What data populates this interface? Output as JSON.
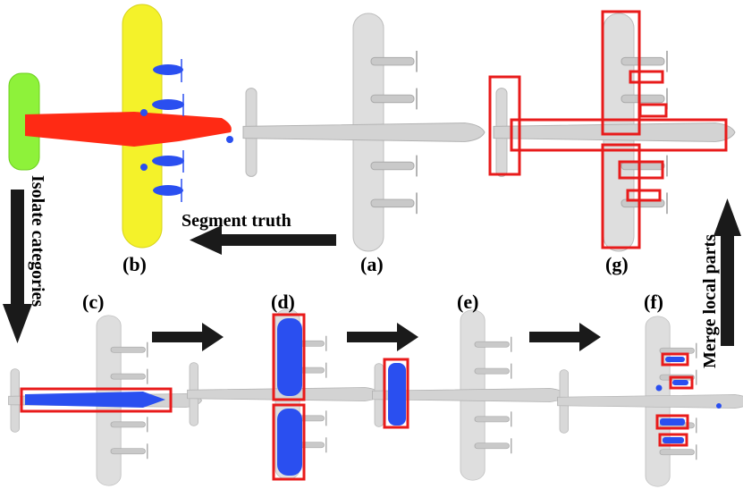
{
  "panels": {
    "a": "(a)",
    "b": "(b)",
    "c": "(c)",
    "d": "(d)",
    "e": "(e)",
    "f": "(f)",
    "g": "(g)"
  },
  "arrows": {
    "segment_truth": "Segment truth",
    "isolate_categories": "Isolate categories",
    "merge_local_parts": "Merge local parts"
  },
  "colors": {
    "plane_gray": "#d7d7d7",
    "plane_outline": "#b3b3b3",
    "fuselage_red": "#ff2a14",
    "wing_yellow": "#f4f22a",
    "tail_green": "#8ef23a",
    "engine_blue": "#2a4ff0",
    "box_red": "#e81b1b",
    "arrow_black": "#1a1a1a"
  }
}
